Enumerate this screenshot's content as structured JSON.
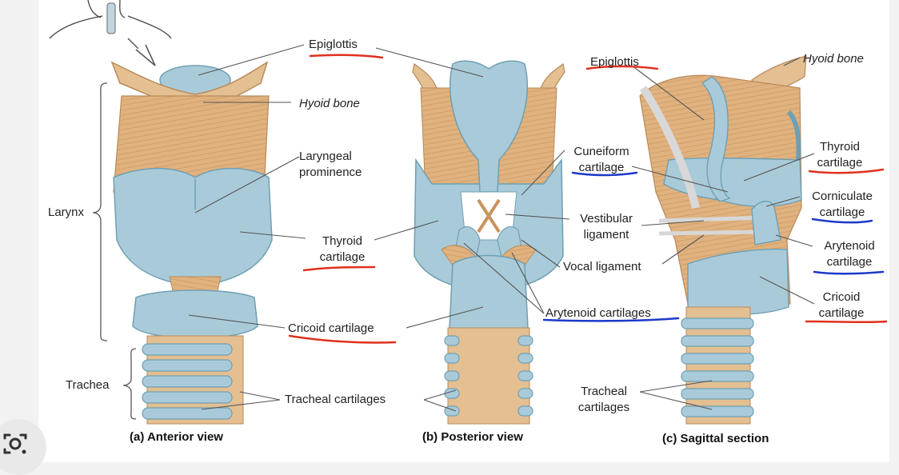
{
  "colors": {
    "cartilage_blue": "#a9cbd9",
    "cartilage_edge": "#6f9fb3",
    "bone_tan": "#e3bf92",
    "bone_edge": "#b88a5a",
    "muscle_tan": "#dcb07e",
    "red_underline": "#e0301e",
    "blue_underline": "#1c39c8",
    "background": "#ffffff"
  },
  "labels": {
    "epiglottis_a": "Epiglottis",
    "hyoid_a": "Hyoid bone",
    "laryngeal_prominence": "Laryngeal\nprominence",
    "larynx": "Larynx",
    "thyroid_a": "Thyroid\ncartilage",
    "cricoid_a": "Cricoid cartilage",
    "trachea": "Trachea",
    "tracheal_cartilages_a": "Tracheal cartilages",
    "epiglottis_c": "Epiglottis",
    "hyoid_c": "Hyoid bone",
    "cuneiform": "Cuneiform\ncartilage",
    "vestibular": "Vestibular\nligament",
    "vocal": "Vocal ligament",
    "arytenoid_b": "Arytenoid cartilages",
    "tracheal_cartilages_c": "Tracheal\ncartilages",
    "thyroid_c": "Thyroid\ncartilage",
    "corniculate": "Corniculate\ncartilage",
    "arytenoid_c": "Arytenoid\ncartilage",
    "cricoid_c": "Cricoid\ncartilage"
  },
  "captions": {
    "a": "(a) Anterior view",
    "b": "(b) Posterior view",
    "c": "(c) Sagittal section"
  },
  "icons": {
    "lens": "google-lens-icon"
  }
}
